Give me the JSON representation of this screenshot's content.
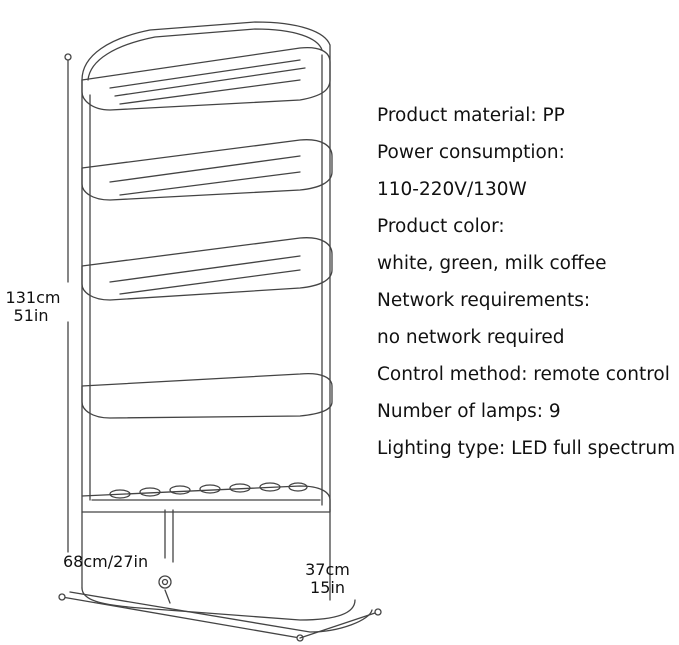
{
  "dimensions": {
    "height_cm": "131cm",
    "height_in": "51in",
    "length": "68cm/27in",
    "depth_cm": "37cm",
    "depth_in": "15in"
  },
  "specs": [
    "Product material: PP",
    "Power consumption:",
    "110-220V/130W",
    "Product color:",
    "white, green, milk coffee",
    "Network requirements:",
    "no network required",
    "Control method: remote control",
    "Number of lamps: 9",
    "Lighting type: LED full spectrum"
  ]
}
